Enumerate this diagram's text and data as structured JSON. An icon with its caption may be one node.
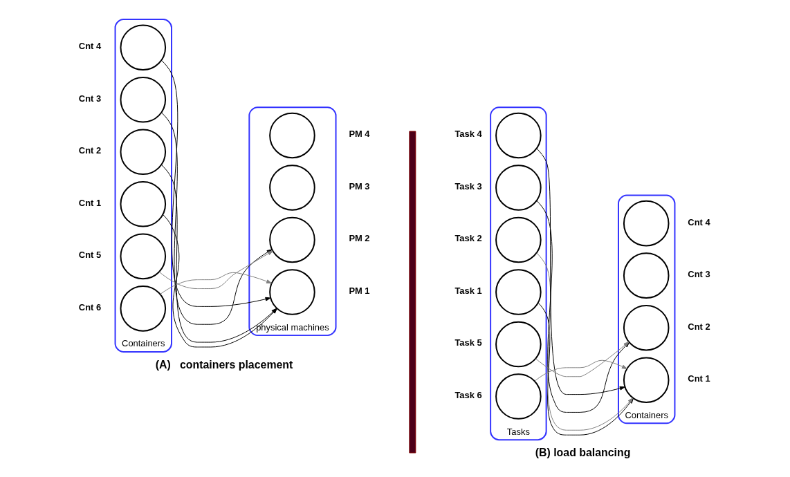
{
  "diagram": {
    "nodes": [
      {
        "text": [
          "Containers"
        ]
      },
      {
        "text": [],
        "shape": "circle",
        "in": 0,
        "beside": [
          "Cnt 1"
        ]
      },
      {
        "text": [],
        "shape": "circle",
        "in": 0,
        "beside": [
          "Cnt 2"
        ]
      },
      {
        "text": [],
        "shape": "circle",
        "in": 0,
        "beside": [
          "Cnt 3"
        ]
      },
      {
        "text": [],
        "shape": "circle",
        "in": 0,
        "beside": [
          "Cnt 4"
        ]
      },
      {
        "text": [],
        "shape": "circle",
        "in": 0,
        "beside": [
          "Cnt 5"
        ]
      },
      {
        "text": [],
        "shape": "circle",
        "in": 0,
        "beside": [
          "Cnt 6"
        ]
      },
      {
        "text": [
          "physical machines"
        ]
      },
      {
        "text": [],
        "shape": "circle",
        "in": 7,
        "beside": [
          "PM 1"
        ]
      },
      {
        "text": [],
        "shape": "circle",
        "in": 7,
        "beside": [
          "PM 2"
        ]
      },
      {
        "text": [],
        "shape": "circle",
        "in": 7,
        "beside": [
          "PM 3"
        ]
      },
      {
        "text": [],
        "shape": "circle",
        "in": 7,
        "beside": [
          "PM 4"
        ]
      },
      {
        "text": [
          "Tasks"
        ]
      },
      {
        "text": [],
        "shape": "circle",
        "in": 12,
        "beside": [
          "Task 1"
        ]
      },
      {
        "text": [],
        "shape": "circle",
        "in": 12,
        "beside": [
          "Task 2"
        ]
      },
      {
        "text": [],
        "shape": "circle",
        "in": 12,
        "beside": [
          "Task 3"
        ]
      },
      {
        "text": [],
        "shape": "circle",
        "in": 12,
        "beside": [
          "Task 4"
        ]
      },
      {
        "text": [],
        "shape": "circle",
        "in": 12,
        "beside": [
          "Task 5"
        ]
      },
      {
        "text": [],
        "shape": "circle",
        "in": 12,
        "beside": [
          "Task 6"
        ]
      },
      {
        "text": [
          "Containers"
        ]
      },
      {
        "text": [],
        "shape": "circle",
        "in": 19,
        "beside": [
          "Cnt 1"
        ]
      },
      {
        "text": [],
        "shape": "circle",
        "in": 19,
        "beside": [
          "Cnt 2"
        ]
      },
      {
        "text": [],
        "shape": "circle",
        "in": 19,
        "beside": [
          "Cnt 3"
        ]
      },
      {
        "text": [],
        "shape": "circle",
        "in": 19,
        "beside": [
          "Cnt 4"
        ]
      }
    ],
    "edges": [
      {
        "from": 1,
        "to": 8,
        "arrow": "to"
      },
      {
        "from": 2,
        "to": 8,
        "arrow": "to"
      },
      {
        "from": 3,
        "to": 9,
        "arrow": "to"
      },
      {
        "from": 4,
        "to": 8,
        "arrow": "to"
      },
      {
        "from": 5,
        "to": 9,
        "arrow": "to",
        "color": "#808080"
      },
      {
        "from": 6,
        "to": 8,
        "arrow": "to",
        "color": "#808080"
      },
      {
        "from": 13,
        "to": 20,
        "arrow": "to"
      },
      {
        "from": 14,
        "to": 20,
        "arrow": "to",
        "color": "#808080"
      },
      {
        "from": 15,
        "to": 21,
        "arrow": "to"
      },
      {
        "from": 16,
        "to": 20,
        "arrow": "to"
      },
      {
        "from": 17,
        "to": 21,
        "arrow": "to",
        "color": "#808080"
      },
      {
        "from": 18,
        "to": 20,
        "arrow": "to",
        "color": "#808080"
      }
    ],
    "labels": [
      "(A)   containers placement",
      "(B) load balancing"
    ]
  }
}
